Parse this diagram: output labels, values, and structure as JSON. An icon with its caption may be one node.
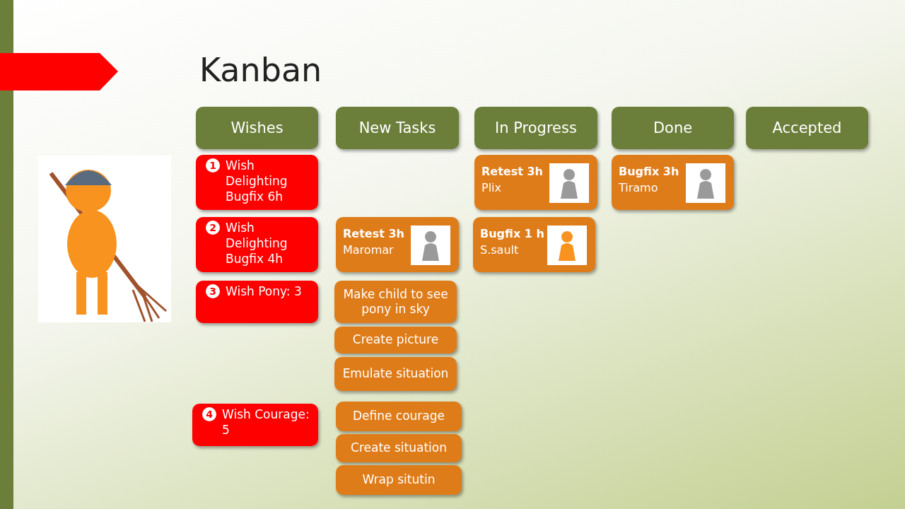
{
  "diagram": {
    "title": "Kanban",
    "nodes": [
      {
        "text": [
          "Wishes"
        ]
      },
      {
        "text": [
          "New Tasks"
        ]
      },
      {
        "text": [
          "In Progress"
        ]
      },
      {
        "text": [
          "Done"
        ]
      },
      {
        "text": [
          "Accepted"
        ]
      },
      {
        "text": [
          "1",
          "Wish Delighting Bugfix 6h"
        ]
      },
      {
        "text": [
          "Retest 3h",
          "Plix"
        ]
      },
      {
        "text": [
          "Bugfix 3h",
          "Tiramo"
        ]
      },
      {
        "text": [
          "2",
          "Wish Delighting Bugfix 4h"
        ]
      },
      {
        "text": [
          "Retest 3h",
          "Maromar"
        ]
      },
      {
        "text": [
          "Bugfix 1 h",
          "S.sault"
        ]
      },
      {
        "text": [
          "3",
          "Wish Pony: 3"
        ]
      },
      {
        "text": [
          "Make child to see pony in sky"
        ]
      },
      {
        "text": [
          "Create picture"
        ]
      },
      {
        "text": [
          "Emulate situation"
        ]
      },
      {
        "text": [
          "4",
          "Wish Courage: 5"
        ]
      },
      {
        "text": [
          "Define courage"
        ]
      },
      {
        "text": [
          "Create situation"
        ]
      },
      {
        "text": [
          "Wrap situtin"
        ]
      }
    ],
    "edges": []
  }
}
